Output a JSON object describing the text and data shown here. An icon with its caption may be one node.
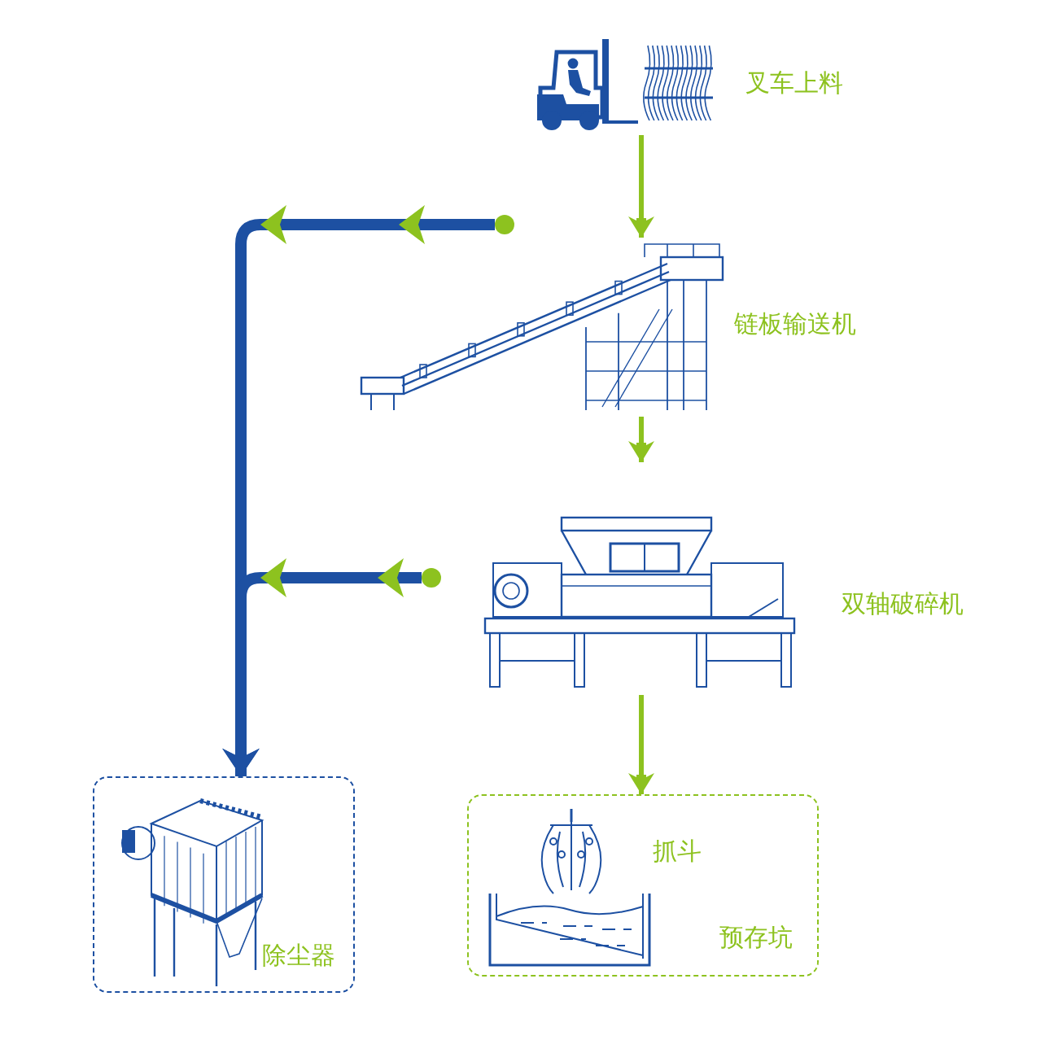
{
  "diagram": {
    "nodes": [
      {
        "text": [
          "叉车上料"
        ]
      },
      {
        "text": [
          "链板输送机"
        ]
      },
      {
        "text": [
          "双轴破碎机"
        ]
      },
      {
        "text": [
          "抓斗",
          "预存坑"
        ]
      },
      {
        "text": [
          "除尘器"
        ]
      },
      {
        "text": [],
        "shape": "circle"
      },
      {
        "text": [],
        "shape": "circle"
      }
    ],
    "edges": [
      {
        "from": 0,
        "to": 1,
        "arrow": "to"
      },
      {
        "from": 1,
        "to": 2,
        "arrow": "to"
      },
      {
        "from": 2,
        "to": 3,
        "arrow": "to"
      },
      {
        "from": 5,
        "to": 4,
        "arrow": "to",
        "style": "thick",
        "color": "#1d50a2"
      },
      {
        "from": 6,
        "to": 4,
        "arrow": "to",
        "style": "thick",
        "color": "#1d50a2"
      }
    ]
  }
}
